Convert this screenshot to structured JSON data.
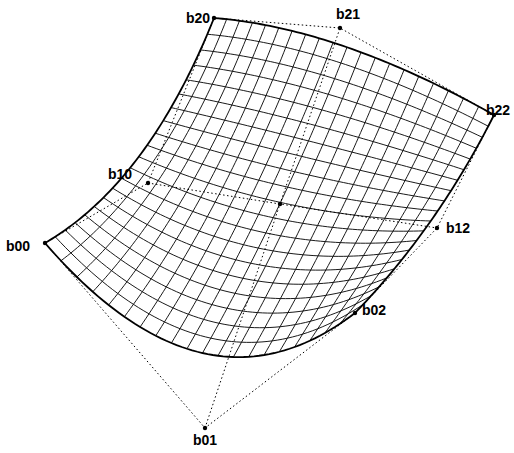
{
  "diagram": {
    "labels": [
      "b20",
      "b21",
      "b22",
      "b10",
      "b12",
      "b00",
      "b02",
      "b01"
    ]
  }
}
